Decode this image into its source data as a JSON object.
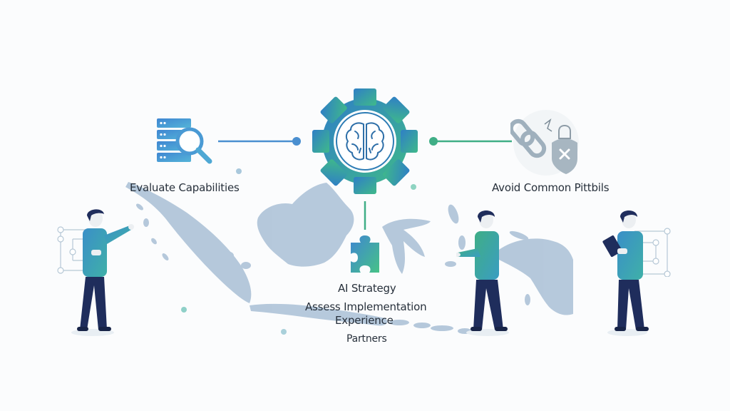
{
  "diagram": {
    "center": {
      "icon": "gear-brain-icon",
      "gradient": [
        "#2f7fc6",
        "#3fb98a"
      ]
    },
    "nodes": [
      {
        "id": "evaluate",
        "label": "Evaluate Capabilities",
        "icon": "server-search-icon",
        "connector_color": "#4a8fd0"
      },
      {
        "id": "avoid",
        "label": "Avoid Common Pittbils",
        "icon": "broken-chain-shield-icon",
        "connector_color": "#3fae86"
      },
      {
        "id": "strategy",
        "label": "AI Strategy",
        "icon": "puzzle-piece-icon",
        "connector_color": "#3fae86"
      }
    ],
    "bottom_labels": {
      "line1": "Assess Implementation",
      "line2": "Experience",
      "line3": "Partners"
    },
    "figures": [
      {
        "id": "person-left",
        "action": "pointing",
        "shirt": "#3a9dc2"
      },
      {
        "id": "person-middle",
        "action": "presenting",
        "shirt": "#3fae86"
      },
      {
        "id": "person-right",
        "action": "holding-tablet",
        "shirt": "#3a9dc2"
      }
    ],
    "background": {
      "map": "indonesia-archipelago-map",
      "map_color": "#a9c0d6"
    }
  }
}
